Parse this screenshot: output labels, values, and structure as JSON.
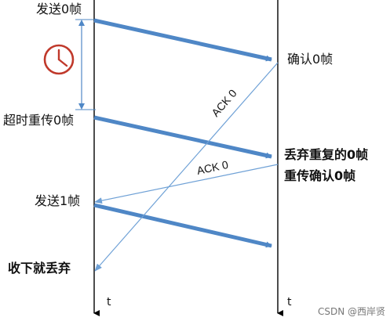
{
  "left_events": {
    "send_frame0": "发送0帧",
    "timeout_resend_frame0": "超时重传0帧",
    "send_frame1": "发送1帧",
    "receive_and_discard": "收下就丢弃"
  },
  "right_events": {
    "confirm_frame0": "确认0帧",
    "discard_duplicate_frame0": "丢弃重复的0帧",
    "resend_confirm_frame0": "重传确认0帧"
  },
  "ack_labels": {
    "ack_first": "ACK 0",
    "ack_second": "ACK 0"
  },
  "axis_labels": {
    "left_time": "t",
    "right_time": "t"
  },
  "timer_icon": "clock-icon",
  "colors": {
    "frame_arrow": "#4F87C6",
    "ack_line": "#6FA1D6",
    "timer_red": "#C0392B"
  },
  "watermark": "CSDN @西岸贤"
}
